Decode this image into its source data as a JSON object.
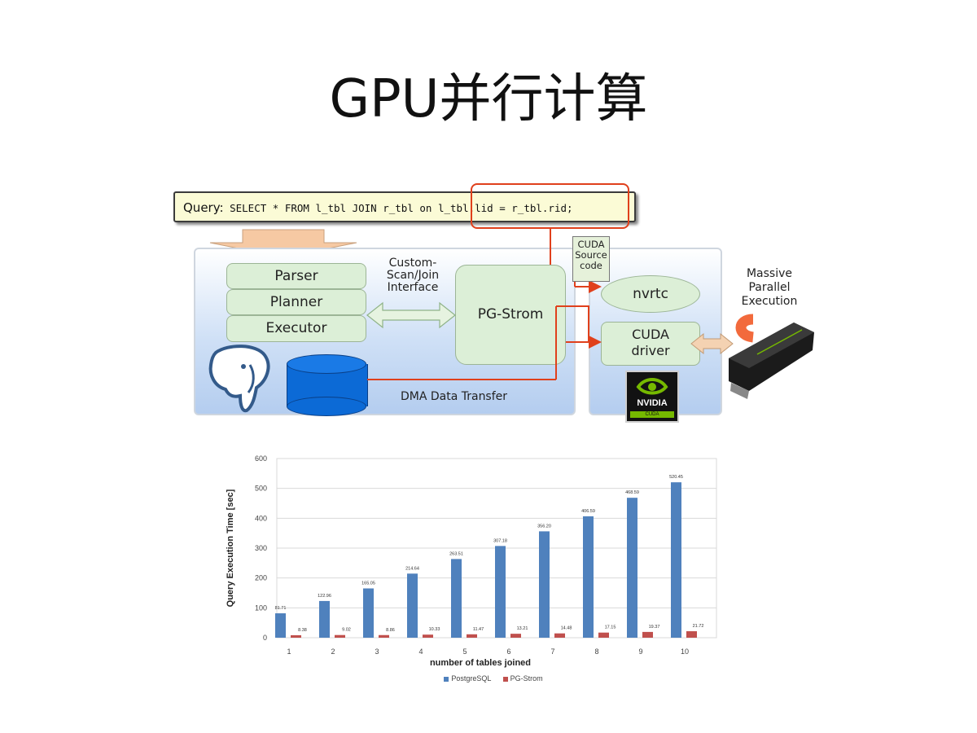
{
  "slide": {
    "title": "GPU并行计算"
  },
  "diagram": {
    "query_label": "Query:",
    "query_text": "SELECT * FROM l_tbl JOIN r_tbl on l_tbl.lid = r_tbl.rid;",
    "parser": "Parser",
    "planner": "Planner",
    "executor": "Executor",
    "interface_label": [
      "Custom-",
      "Scan/Join",
      "Interface"
    ],
    "pg_strom": "PG-Strom",
    "cuda_source": [
      "CUDA",
      "Source",
      "code"
    ],
    "nvrtc": "nvrtc",
    "cuda_driver": [
      "CUDA",
      "driver"
    ],
    "dma": "DMA Data Transfer",
    "massive": [
      "Massive",
      "Parallel",
      "Execution"
    ],
    "nvidia_logo": "NVIDIA",
    "nvidia_sub": "CUDA",
    "colors": {
      "panel": "#cfe0f6",
      "box": "#dcefd7",
      "highlight": "#e0401c",
      "db": "#0c6ad6"
    }
  },
  "chart_data": {
    "type": "bar",
    "categories": [
      "1",
      "2",
      "3",
      "4",
      "5",
      "6",
      "7",
      "8",
      "9",
      "10"
    ],
    "series": [
      {
        "name": "PostgreSQL",
        "color": "#4f81bd",
        "values": [
          81.71,
          122.96,
          165.05,
          214.64,
          263.51,
          307.18,
          356.2,
          406.59,
          468.59,
          520.45
        ],
        "labels": [
          "81.71",
          "122.96",
          "165.05",
          "214.64",
          "263.51",
          "307.18",
          "356.20",
          "406.59",
          "468.59",
          "520.45"
        ]
      },
      {
        "name": "PG-Strom",
        "color": "#c0504d",
        "values": [
          8.38,
          9.02,
          8.86,
          10.33,
          11.47,
          13.21,
          14.48,
          17.15,
          19.37,
          21.72
        ],
        "labels": [
          "8.38",
          "9.02",
          "8.86",
          "10.33",
          "11.47",
          "13.21",
          "14.48",
          "17.15",
          "19.37",
          "21.72"
        ]
      }
    ],
    "xlabel": "number of tables joined",
    "ylabel": "Query Execution Time [sec]",
    "ylim": [
      0,
      600
    ],
    "yticks": [
      "0",
      "100",
      "200",
      "300",
      "400",
      "500",
      "600"
    ],
    "grid": true,
    "legend_position": "bottom"
  }
}
